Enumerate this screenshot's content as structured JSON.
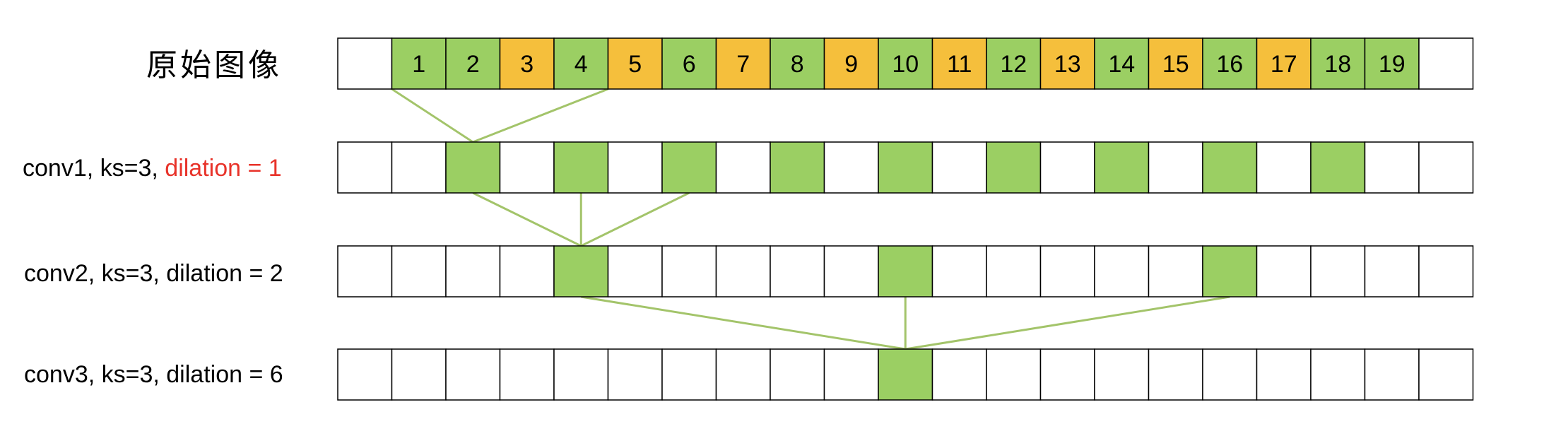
{
  "title": "原始图像",
  "cell_count": 21,
  "colors": {
    "green": "#9bcf63",
    "orange": "#f5bf3c",
    "empty": "#ffffff",
    "border": "#000000",
    "connector": "#a3c46a",
    "highlight_text": "#e8332a"
  },
  "rows": [
    {
      "label_parts": [],
      "cells": [
        {
          "fill": "empty",
          "text": ""
        },
        {
          "fill": "green",
          "text": "1"
        },
        {
          "fill": "green",
          "text": "2"
        },
        {
          "fill": "orange",
          "text": "3"
        },
        {
          "fill": "green",
          "text": "4"
        },
        {
          "fill": "orange",
          "text": "5"
        },
        {
          "fill": "green",
          "text": "6"
        },
        {
          "fill": "orange",
          "text": "7"
        },
        {
          "fill": "green",
          "text": "8"
        },
        {
          "fill": "orange",
          "text": "9"
        },
        {
          "fill": "green",
          "text": "10"
        },
        {
          "fill": "orange",
          "text": "11"
        },
        {
          "fill": "green",
          "text": "12"
        },
        {
          "fill": "orange",
          "text": "13"
        },
        {
          "fill": "green",
          "text": "14"
        },
        {
          "fill": "orange",
          "text": "15"
        },
        {
          "fill": "green",
          "text": "16"
        },
        {
          "fill": "orange",
          "text": "17"
        },
        {
          "fill": "green",
          "text": "18"
        },
        {
          "fill": "green",
          "text": "19"
        },
        {
          "fill": "empty",
          "text": ""
        }
      ]
    },
    {
      "label_parts": [
        {
          "text": "conv1, ks=3, ",
          "highlight": false
        },
        {
          "text": "dilation = 1",
          "highlight": true
        }
      ],
      "green_cells": [
        2,
        4,
        6,
        8,
        10,
        12,
        14,
        16,
        18
      ]
    },
    {
      "label_parts": [
        {
          "text": "conv2, ks=3, dilation = 2",
          "highlight": false
        }
      ],
      "green_cells": [
        4,
        10,
        16
      ]
    },
    {
      "label_parts": [
        {
          "text": "conv3, ks=3, dilation = 6",
          "highlight": false
        }
      ],
      "green_cells": [
        10
      ]
    }
  ],
  "connections": [
    {
      "from_row": 0,
      "from_cells": [
        1,
        4
      ],
      "to_row": 1,
      "to_cell": 2
    },
    {
      "from_row": 1,
      "from_cells": [
        2,
        4,
        6
      ],
      "to_row": 2,
      "to_cell": 4
    },
    {
      "from_row": 2,
      "from_cells": [
        4,
        10,
        16
      ],
      "to_row": 3,
      "to_cell": 10
    }
  ]
}
